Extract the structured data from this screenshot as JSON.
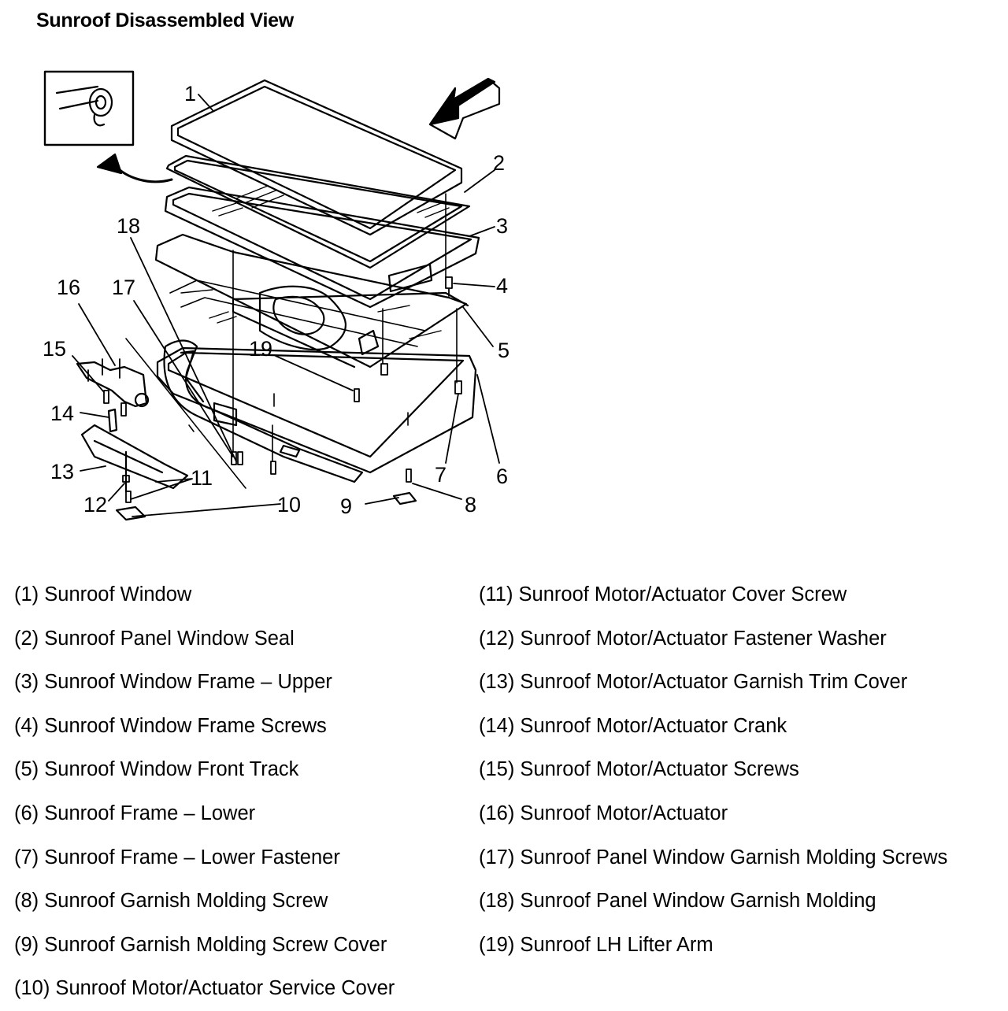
{
  "title": "Sunroof Disassembled View",
  "callouts": [
    "1",
    "2",
    "3",
    "4",
    "5",
    "6",
    "7",
    "8",
    "9",
    "10",
    "11",
    "12",
    "13",
    "14",
    "15",
    "16",
    "17",
    "18",
    "19"
  ],
  "legend": {
    "left": [
      "(1) Sunroof Window",
      "(2) Sunroof Panel Window Seal",
      "(3) Sunroof Window Frame – Upper",
      "(4) Sunroof Window Frame Screws",
      "(5) Sunroof Window Front Track",
      "(6) Sunroof Frame – Lower",
      "(7) Sunroof Frame – Lower Fastener",
      "(8) Sunroof Garnish Molding Screw",
      "(9) Sunroof Garnish Molding Screw Cover",
      "(10) Sunroof Motor/Actuator Service Cover"
    ],
    "right": [
      "(11) Sunroof Motor/Actuator Cover Screw",
      "(12) Sunroof Motor/Actuator Fastener Washer",
      "(13) Sunroof Motor/Actuator Garnish Trim Cover",
      "(14) Sunroof Motor/Actuator Crank",
      "(15) Sunroof Motor/Actuator Screws",
      "(16) Sunroof Motor/Actuator",
      "(17) Sunroof Panel Window Garnish Molding Screws",
      "(18) Sunroof Panel Window Garnish Molding",
      "(19) Sunroof LH Lifter Arm"
    ]
  },
  "colors": {
    "ink": "#000000",
    "paper": "#ffffff"
  }
}
